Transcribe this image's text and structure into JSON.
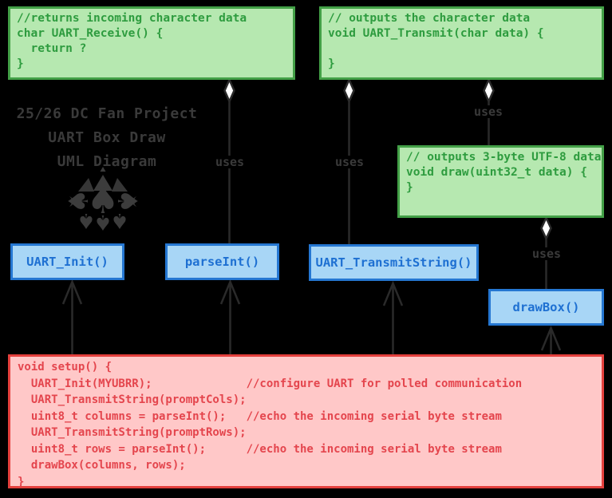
{
  "title": {
    "lines": [
      "25/26 DC Fan Project",
      "UART Box Draw",
      "UML Diagram"
    ]
  },
  "logo": {
    "icon": "spade-gem-emblem",
    "glyph": "♠"
  },
  "comment_boxes": [
    {
      "name": "uart-receive",
      "code": "//returns incoming character data\nchar UART_Receive() {\n  return ?\n}"
    },
    {
      "name": "uart-transmit",
      "code": "// outputs the character data\nvoid UART_Transmit(char data) {\n\n}"
    },
    {
      "name": "draw",
      "code": "// outputs 3-byte UTF-8 data\nvoid draw(uint32_t data) {\n}"
    }
  ],
  "function_boxes": [
    {
      "name": "uart-init",
      "label": "UART_Init()"
    },
    {
      "name": "parse-int",
      "label": "parseInt()"
    },
    {
      "name": "uart-transmit-string",
      "label": "UART_TransmitString()"
    },
    {
      "name": "draw-box",
      "label": "drawBox()"
    }
  ],
  "setup_box": {
    "code": "void setup() {\n  UART_Init(MYUBRR);              //configure UART for polled communication\n  UART_TransmitString(promptCols);\n  uint8_t columns = parseInt();   //echo the incoming serial byte stream\n  UART_TransmitString(promptRows);\n  uint8_t rows = parseInt();      //echo the incoming serial byte stream\n  drawBox(columns, rows);\n}"
  },
  "connectors": [
    {
      "from": "parseInt()",
      "to": "UART_Receive",
      "label": "uses",
      "end_icon": "aggregation-diamond"
    },
    {
      "from": "UART_TransmitString()",
      "to": "UART_Transmit",
      "label": "uses",
      "end_icon": "aggregation-diamond"
    },
    {
      "from": "draw",
      "to": "UART_Transmit",
      "label": "uses",
      "end_icon": "aggregation-diamond"
    },
    {
      "from": "drawBox()",
      "to": "draw",
      "label": "uses",
      "end_icon": "aggregation-diamond"
    }
  ],
  "colors": {
    "bg": "#000000",
    "green_fill": "#b6e8b0",
    "green_border": "#43a047",
    "green_text": "#2e9c3f",
    "blue_fill": "#a8d6f6",
    "blue_border": "#2577d2",
    "blue_text": "#1e70d2",
    "red_fill": "#ffc8c8",
    "red_border": "#e4403d",
    "red_text": "#e4454d",
    "line": "#2a2a2a",
    "muted_text": "#3a3a3a",
    "diamond_fill": "#ffffff"
  }
}
